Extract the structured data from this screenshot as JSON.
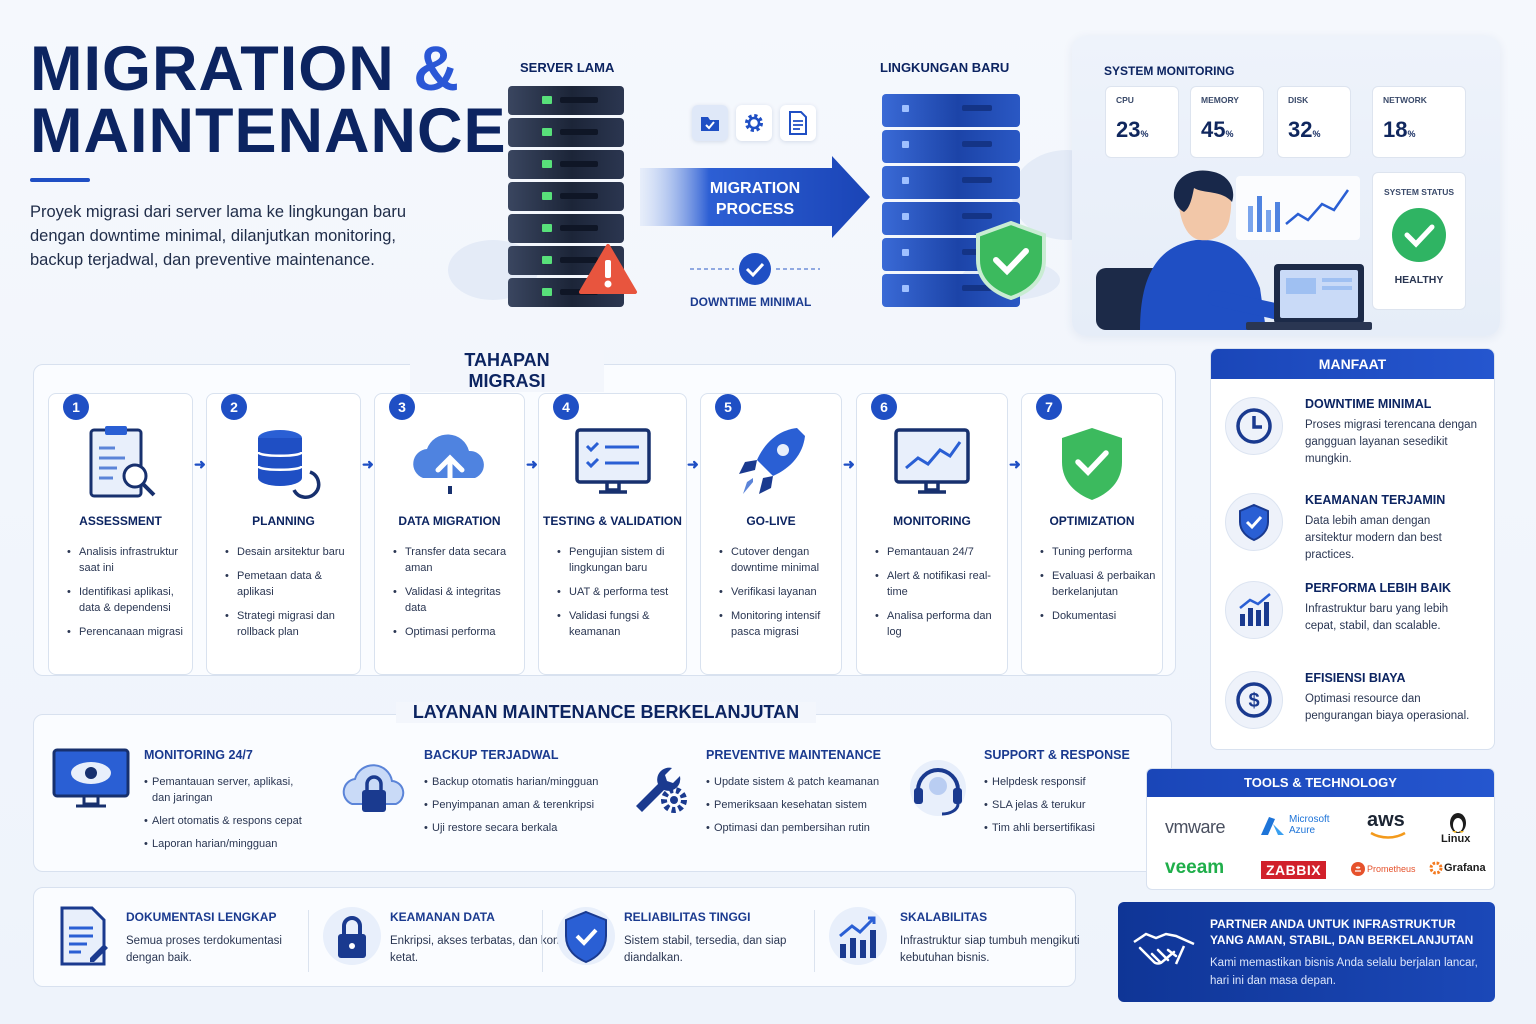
{
  "title": {
    "line1_a": "MIGRATION",
    "line1_b": "&",
    "line2": "MAINTENANCE"
  },
  "intro": "Proyek migrasi dari server lama ke lingkungan baru dengan downtime minimal, dilanjutkan monitoring, backup terjadwal, dan preventive maintenance.",
  "hero": {
    "old_server_label": "SERVER LAMA",
    "new_env_label": "LINGKUNGAN BARU",
    "migration_line1": "MIGRATION",
    "migration_line2": "PROCESS",
    "downtime_label": "DOWNTIME MINIMAL"
  },
  "monitoring": {
    "title": "SYSTEM MONITORING",
    "stats": [
      {
        "label": "CPU",
        "value": "23",
        "unit": "%"
      },
      {
        "label": "MEMORY",
        "value": "45",
        "unit": "%"
      },
      {
        "label": "DISK",
        "value": "32",
        "unit": "%"
      },
      {
        "label": "NETWORK",
        "value": "18",
        "unit": "%"
      }
    ],
    "status_title": "SYSTEM STATUS",
    "status_value": "HEALTHY"
  },
  "tahapan": {
    "title": "TAHAPAN MIGRASI",
    "steps": [
      {
        "num": "1",
        "name": "ASSESSMENT",
        "items": [
          "Analisis infrastruktur saat ini",
          "Identifikasi aplikasi, data & dependensi",
          "Perencanaan migrasi"
        ]
      },
      {
        "num": "2",
        "name": "PLANNING",
        "items": [
          "Desain arsitektur baru",
          "Pemetaan data & aplikasi",
          "Strategi migrasi dan rollback plan"
        ]
      },
      {
        "num": "3",
        "name": "DATA MIGRATION",
        "items": [
          "Transfer data secara aman",
          "Validasi & integritas data",
          "Optimasi performa"
        ]
      },
      {
        "num": "4",
        "name": "TESTING & VALIDATION",
        "items": [
          "Pengujian sistem di lingkungan baru",
          "UAT & performa test",
          "Validasi fungsi & keamanan"
        ]
      },
      {
        "num": "5",
        "name": "GO-LIVE",
        "items": [
          "Cutover dengan downtime minimal",
          "Verifikasi layanan",
          "Monitoring intensif pasca migrasi"
        ]
      },
      {
        "num": "6",
        "name": "MONITORING",
        "items": [
          "Pemantauan 24/7",
          "Alert & notifikasi real-time",
          "Analisa performa dan log"
        ]
      },
      {
        "num": "7",
        "name": "OPTIMIZATION",
        "items": [
          "Tuning performa",
          "Evaluasi & perbaikan berkelanjutan",
          "Dokumentasi"
        ]
      }
    ]
  },
  "manfaat": {
    "title": "MANFAAT",
    "items": [
      {
        "title": "DOWNTIME MINIMAL",
        "desc": "Proses migrasi terencana dengan gangguan layanan sesedikit mungkin.",
        "icon": "clock-icon"
      },
      {
        "title": "KEAMANAN TERJAMIN",
        "desc": "Data lebih aman dengan arsitektur modern dan best practices.",
        "icon": "shield-icon"
      },
      {
        "title": "PERFORMA LEBIH BAIK",
        "desc": "Infrastruktur baru yang lebih cepat, stabil, dan scalable.",
        "icon": "chart-icon"
      },
      {
        "title": "EFISIENSI BIAYA",
        "desc": "Optimasi resource dan pengurangan biaya operasional.",
        "icon": "dollar-icon"
      }
    ]
  },
  "maintenance": {
    "title": "LAYANAN MAINTENANCE BERKELANJUTAN",
    "items": [
      {
        "title": "MONITORING 24/7",
        "items": [
          "Pemantauan server, aplikasi, dan jaringan",
          "Alert otomatis & respons cepat",
          "Laporan harian/mingguan"
        ]
      },
      {
        "title": "BACKUP TERJADWAL",
        "items": [
          "Backup otomatis harian/mingguan",
          "Penyimpanan aman & terenkripsi",
          "Uji restore secara berkala"
        ]
      },
      {
        "title": "PREVENTIVE MAINTENANCE",
        "items": [
          "Update sistem & patch keamanan",
          "Pemeriksaan kesehatan sistem",
          "Optimasi dan pembersihan rutin"
        ]
      },
      {
        "title": "SUPPORT & RESPONSE",
        "items": [
          "Helpdesk responsif",
          "SLA jelas & terukur",
          "Tim ahli bersertifikasi"
        ]
      }
    ]
  },
  "bottom": [
    {
      "title": "DOKUMENTASI LENGKAP",
      "desc": "Semua proses terdokumentasi dengan baik."
    },
    {
      "title": "KEAMANAN DATA",
      "desc": "Enkripsi, akses terbatas, dan kontrol ketat."
    },
    {
      "title": "RELIABILITAS TINGGI",
      "desc": "Sistem stabil, tersedia, dan siap diandalkan."
    },
    {
      "title": "SKALABILITAS",
      "desc": "Infrastruktur siap tumbuh mengikuti kebutuhan bisnis."
    }
  ],
  "tools": {
    "title": "TOOLS & TECHNOLOGY",
    "logos": {
      "vmware": "vmware",
      "azure_1": "Microsoft",
      "azure_2": "Azure",
      "aws": "aws",
      "linux": "Linux",
      "veeam": "veeam",
      "zabbix": "ZABBIX",
      "prometheus": "Prometheus",
      "grafana": "Grafana"
    }
  },
  "partner": {
    "title": "PARTNER ANDA UNTUK INFRASTRUKTUR YANG AMAN, STABIL, DAN BERKELANJUTAN",
    "desc": "Kami memastikan bisnis Anda selalu berjalan lancar, hari ini dan masa depan."
  },
  "colors": {
    "navy": "#0c2461",
    "accent": "#1f4fc4",
    "green": "#2fb463",
    "warning": "#e8553e"
  }
}
